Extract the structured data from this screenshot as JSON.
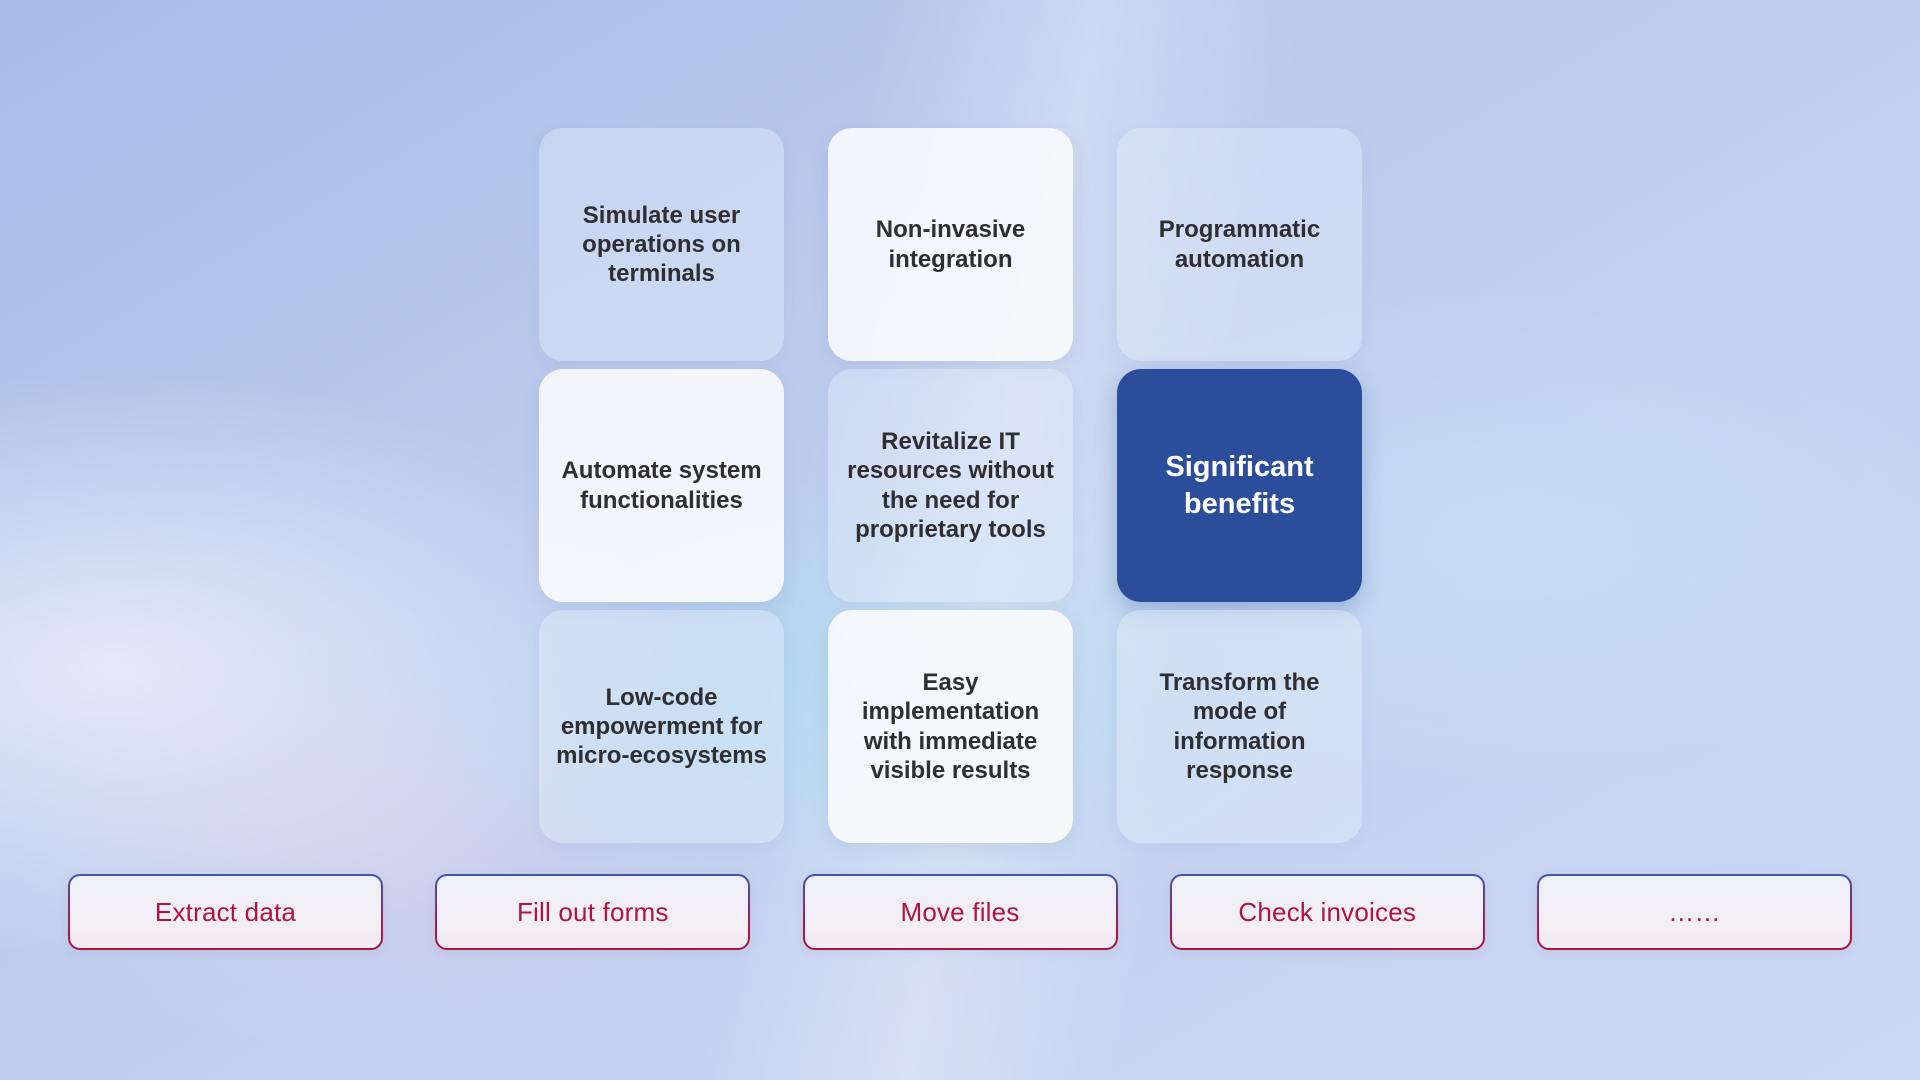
{
  "slide": {
    "grid": {
      "cards": [
        {
          "label": "Simulate user operations on terminals",
          "variant": "glass"
        },
        {
          "label": "Non-invasive integration",
          "variant": "solid"
        },
        {
          "label": "Programmatic automation",
          "variant": "glass"
        },
        {
          "label": "Automate system functionalities",
          "variant": "solid"
        },
        {
          "label": "Revitalize IT resources without the need for proprietary tools",
          "variant": "glass"
        },
        {
          "label": "Significant benefits",
          "variant": "accent"
        },
        {
          "label": "Low-code empowerment for micro-ecosystems",
          "variant": "glass"
        },
        {
          "label": "Easy implementation with immediate visible results",
          "variant": "solid"
        },
        {
          "label": "Transform the mode of information response",
          "variant": "glass"
        }
      ]
    },
    "use_case_buttons": [
      {
        "label": "Extract data"
      },
      {
        "label": "Fill out forms"
      },
      {
        "label": "Move files"
      },
      {
        "label": "Check invoices"
      },
      {
        "label": "……"
      }
    ]
  },
  "colors": {
    "accent_blue": "#2b4d9c",
    "pill_text": "#b01342",
    "card_text": "#2e2e33",
    "pill_border_top": "#3f56a6",
    "pill_border_bottom": "#b01342"
  }
}
